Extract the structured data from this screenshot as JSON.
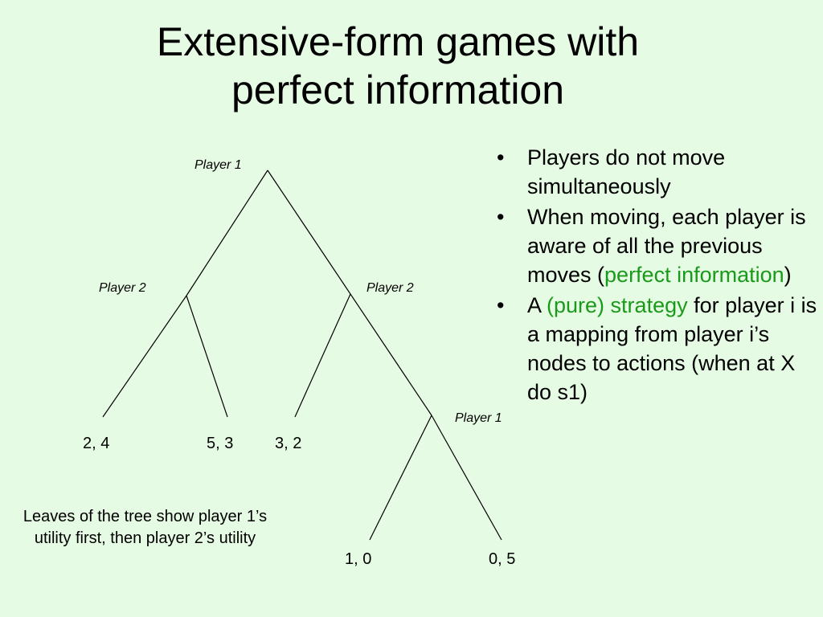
{
  "title": {
    "line1": "Extensive-form games with",
    "line2": "perfect information"
  },
  "tree": {
    "root_label": "Player 1",
    "left_node_label": "Player 2",
    "right_node_label": "Player 2",
    "deep_node_label": "Player 1",
    "leaves": [
      "2, 4",
      "5, 3",
      "3, 2",
      "1, 0",
      "0, 5"
    ]
  },
  "caption": "Leaves of the tree show player 1’s utility first, then player 2’s utility",
  "bullets": {
    "b1": "Players do not move simultaneously",
    "b2_before": "When moving, each player is aware of all the previous moves (",
    "b2_highlight": "perfect information",
    "b2_after": ")",
    "b3_before": "A ",
    "b3_highlight": "(pure) strategy",
    "b3_after": " for player i is a mapping from player i’s nodes to actions (when at X do s1)",
    "bullet_char": "•"
  },
  "colors": {
    "background": "#e6fbe3",
    "highlight": "#1a9a1a"
  }
}
